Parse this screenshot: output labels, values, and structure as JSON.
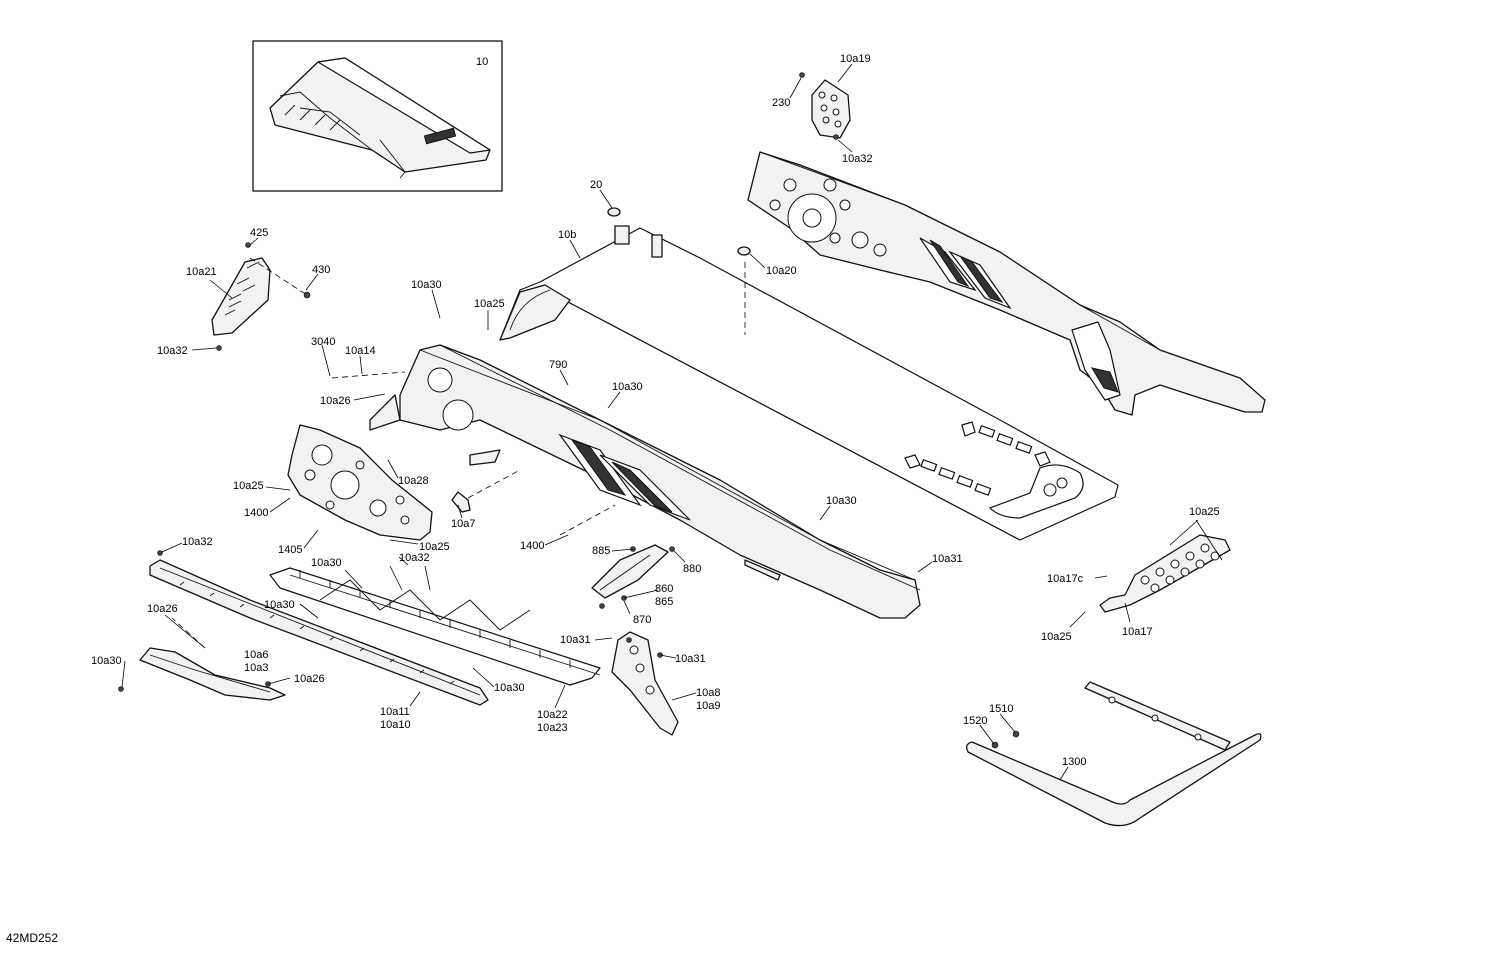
{
  "document_code": "42MD252",
  "inset_label": "10",
  "callouts": {
    "c10a19": "10a19",
    "c230": "230",
    "c10a32_top": "10a32",
    "c20": "20",
    "c10b": "10b",
    "c10a20": "10a20",
    "c425": "425",
    "c430": "430",
    "c10a21": "10a21",
    "c10a32_left": "10a32",
    "c10a30_a": "10a30",
    "c10a25_a": "10a25",
    "c3040": "3040",
    "c10a14": "10a14",
    "c790": "790",
    "c10a30_b": "10a30",
    "c10a26_a": "10a26",
    "c10a28": "10a28",
    "c10a25_b": "10a25",
    "c1400_a": "1400",
    "c10a7": "10a7",
    "c10a30_c": "10a30",
    "c1400_b": "1400",
    "c1405": "1405",
    "c10a25_c": "10a25",
    "c10a32_mid": "10a32",
    "c10a32_rail": "10a32",
    "c10a30_d": "10a30",
    "c885": "885",
    "c880": "880",
    "c860": "860",
    "c865": "865",
    "c870": "870",
    "c10a31_a": "10a31",
    "c10a25_d": "10a25",
    "c10a17c": "10a17c",
    "c10a25_e": "10a25",
    "c10a17": "10a17",
    "c10a30_e": "10a30",
    "c10a26_b": "10a26",
    "c10a30_f": "10a30",
    "c10a6": "10a6",
    "c10a3": "10a3",
    "c10a26_c": "10a26",
    "c10a31_b": "10a31",
    "c10a31_c": "10a31",
    "c10a30_g": "10a30",
    "c10a11": "10a11",
    "c10a10": "10a10",
    "c10a22": "10a22",
    "c10a23": "10a23",
    "c10a8": "10a8",
    "c10a9": "10a9",
    "c1510": "1510",
    "c1520": "1520",
    "c1300": "1300"
  }
}
